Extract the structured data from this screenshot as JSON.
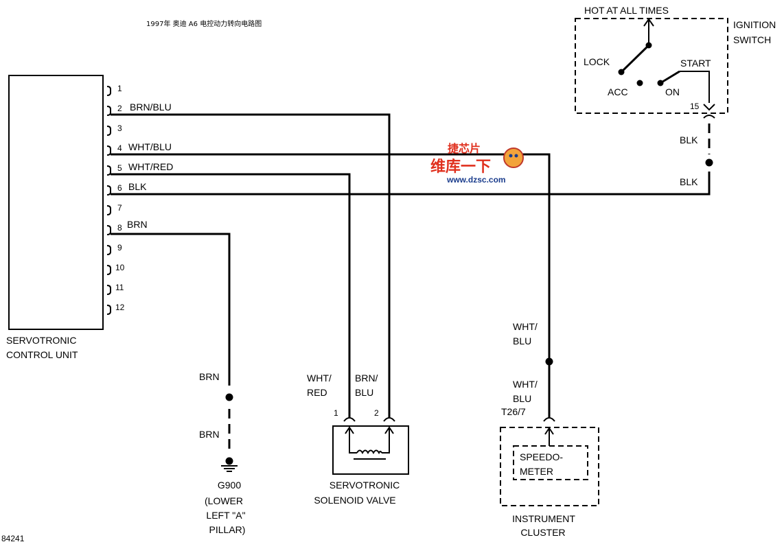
{
  "title": "1997年 奥迪 A6 电控动力转向电路图",
  "figure_id": "84241",
  "control_unit": {
    "name_line1": "SERVOTRONIC",
    "name_line2": "CONTROL UNIT",
    "pins": [
      "1",
      "2",
      "3",
      "4",
      "5",
      "6",
      "7",
      "8",
      "9",
      "10",
      "11",
      "12"
    ]
  },
  "wires": {
    "pin2": "BRN/BLU",
    "pin4": "WHT/BLU",
    "pin5": "WHT/RED",
    "pin6": "BLK",
    "pin8": "BRN"
  },
  "ignition_switch": {
    "label_line1": "IGNITION",
    "label_line2": "SWITCH",
    "hot": "HOT AT ALL TIMES",
    "lock": "LOCK",
    "acc": "ACC",
    "on": "ON",
    "start": "START",
    "terminal": "15"
  },
  "blk_upper": "BLK",
  "blk_lower": "BLK",
  "ground": {
    "wire_upper": "BRN",
    "wire_lower": "BRN",
    "line1": "G900",
    "line2": "(LOWER",
    "line3": "LEFT \"A\"",
    "line4": "PILLAR)"
  },
  "solenoid": {
    "wire1_line1": "WHT/",
    "wire1_line2": "RED",
    "wire2_line1": "BRN/",
    "wire2_line2": "BLU",
    "pin1": "1",
    "pin2": "2",
    "name_line1": "SERVOTRONIC",
    "name_line2": "SOLENOID VALVE"
  },
  "cluster": {
    "wire_upper_line1": "WHT/",
    "wire_upper_line2": "BLU",
    "wire_lower_line1": "WHT/",
    "wire_lower_line2": "BLU",
    "connector": "T26/7",
    "gauge_line1": "SPEEDO-",
    "gauge_line2": "METER",
    "name_line1": "INSTRUMENT",
    "name_line2": "CLUSTER"
  },
  "watermark": {
    "top": "捷芯片",
    "mid": "维库一下",
    "url": "www.dzsc.com"
  }
}
